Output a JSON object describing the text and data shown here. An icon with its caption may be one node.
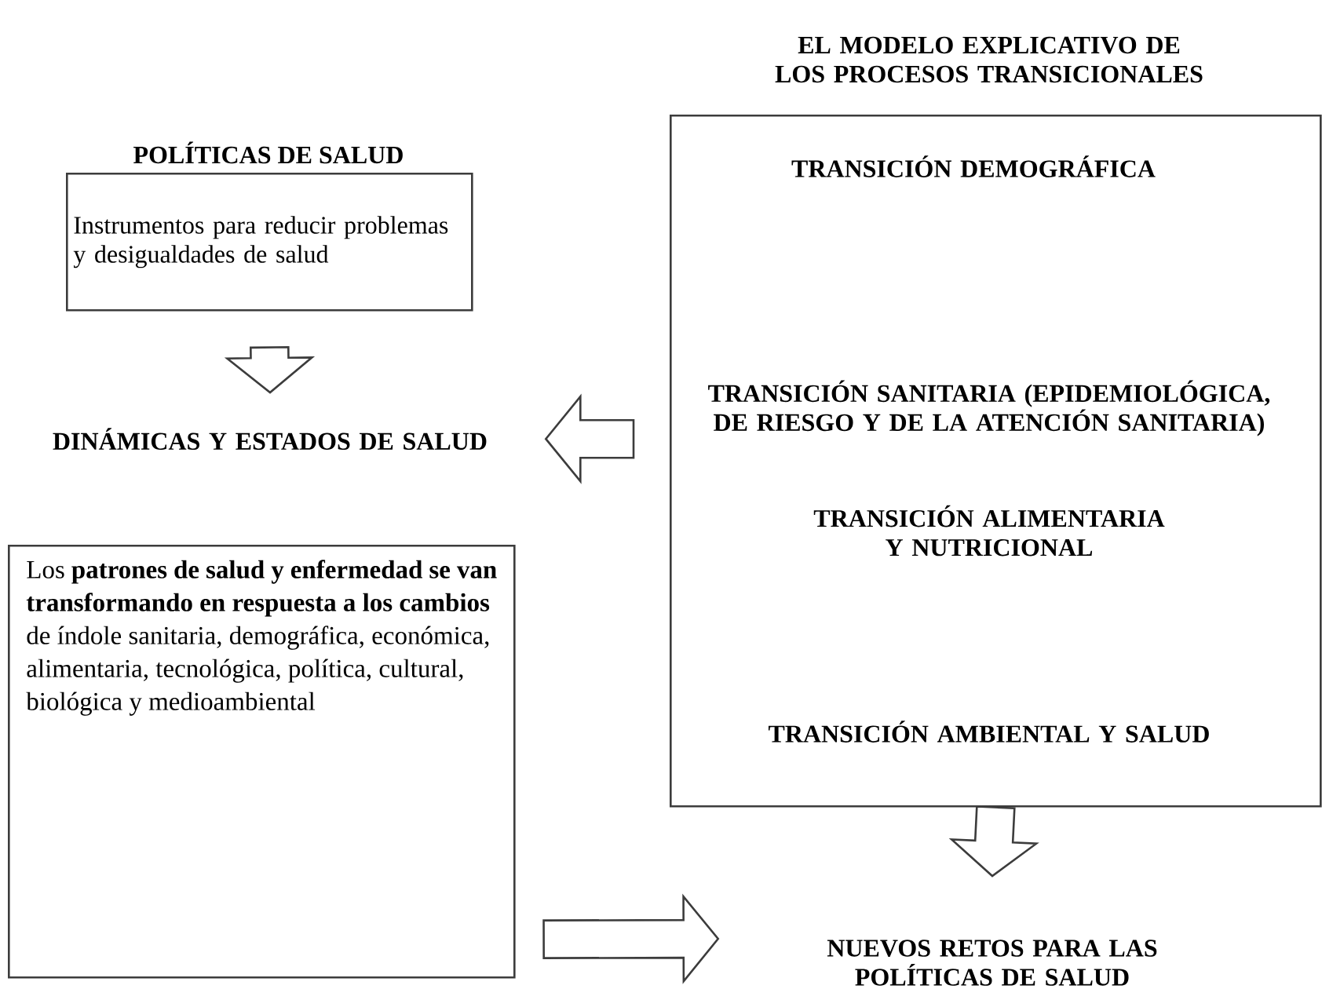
{
  "diagram": {
    "nodes": [
      {
        "text": [
          "POLÍTICAS DE SALUD",
          "Instrumentos para reducir problemas y desigualdades de salud"
        ]
      },
      {
        "text": [
          "DINÁMICAS Y ESTADOS DE SALUD"
        ]
      },
      {
        "text": [
          "Los **patrones de salud y enfermedad se van transformando en respuesta a los cambios** de índole sanitaria, demográfica, económica, alimentaria, tecnológica, política, cultural, biológica y medioambiental"
        ]
      },
      {
        "text": [
          "EL MODELO EXPLICATIVO DE LOS PROCESOS TRANSICIONALES",
          "TRANSICIÓN DEMOGRÁFICA",
          "TRANSICIÓN SANITARIA (EPIDEMIOLÓGICA, DE RIESGO Y DE LA ATENCIÓN SANITARIA)",
          "TRANSICIÓN ALIMENTARIA Y NUTRICIONAL",
          "TRANSICIÓN AMBIENTAL Y SALUD"
        ]
      },
      {
        "text": [
          "NUEVOS RETOS PARA LAS POLÍTICAS DE SALUD"
        ]
      }
    ],
    "edges": [
      {
        "from": 0,
        "to": 1,
        "arrow": "to"
      },
      {
        "from": 3,
        "to": 1,
        "arrow": "to"
      },
      {
        "from": 3,
        "to": 4,
        "arrow": "to"
      },
      {
        "from": 2,
        "to": 4,
        "arrow": "to"
      }
    ]
  }
}
